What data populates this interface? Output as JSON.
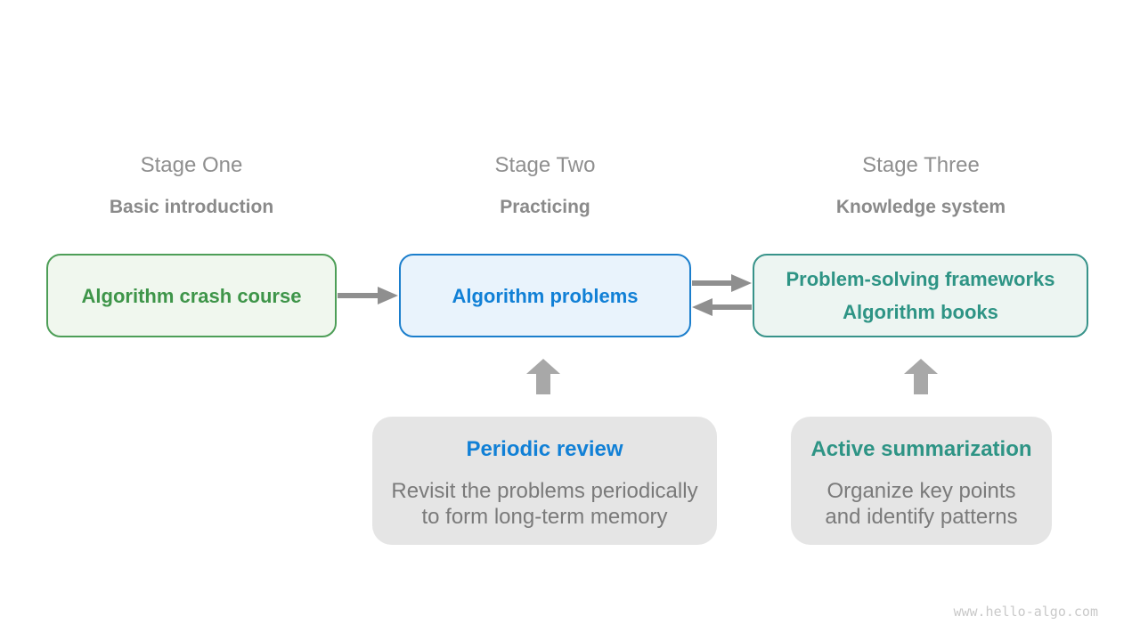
{
  "stages": [
    {
      "title": "Stage One",
      "subtitle": "Basic introduction",
      "box_lines": [
        "Algorithm crash course"
      ]
    },
    {
      "title": "Stage Two",
      "subtitle": "Practicing",
      "box_lines": [
        "Algorithm problems"
      ]
    },
    {
      "title": "Stage Three",
      "subtitle": "Knowledge system",
      "box_lines": [
        "Problem-solving frameworks",
        "Algorithm books"
      ]
    }
  ],
  "notes": [
    {
      "title": "Periodic review",
      "body_lines": [
        "Revisit the problems periodically",
        "to form long-term memory"
      ]
    },
    {
      "title": "Active summarization",
      "body_lines": [
        "Organize key points",
        "and identify patterns"
      ]
    }
  ],
  "watermark": "www.hello-algo.com",
  "colors": {
    "green_text": "#3e9549",
    "green_border": "#4d9e57",
    "green_bg": "#f0f7ee",
    "blue_text": "#1180d6",
    "blue_border": "#1b7ecc",
    "blue_bg": "#e9f3fc",
    "teal_text": "#2e9485",
    "teal_border": "#38938a",
    "teal_bg": "#edf5f2",
    "heading_gray": "#8f8f8f",
    "body_gray": "#7a7a7a",
    "arrow_gray": "#8f8f8f",
    "block_arrow_gray": "#a8a8a8",
    "card_bg": "#e5e5e5",
    "watermark_gray": "#c9c9c9"
  }
}
